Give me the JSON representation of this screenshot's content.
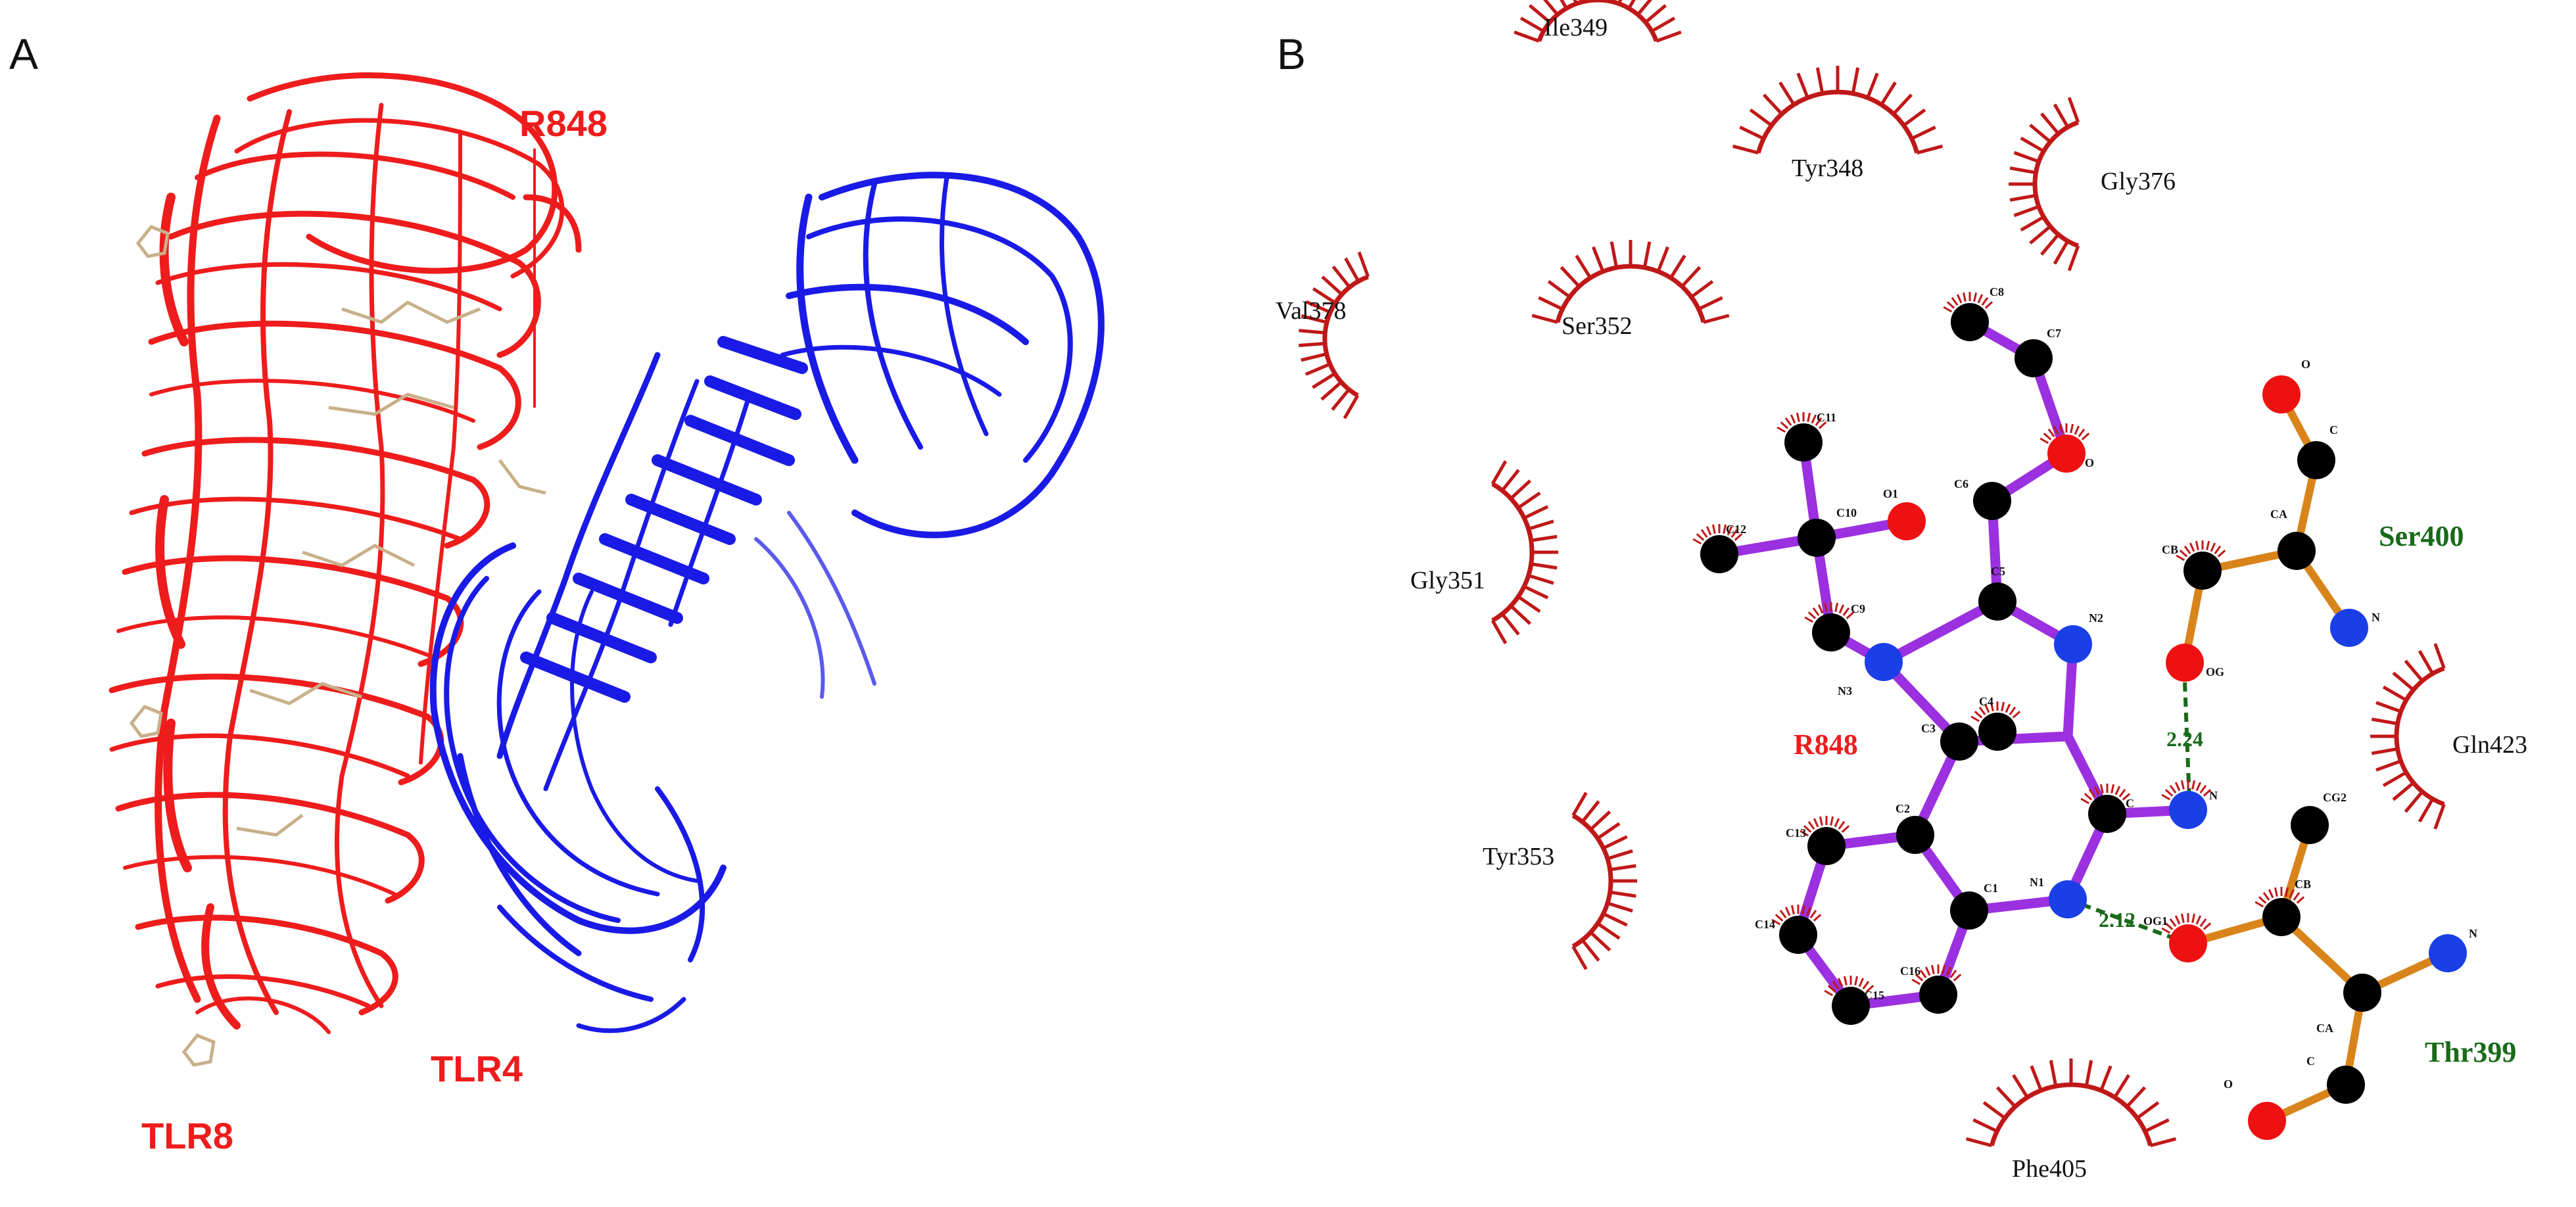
{
  "panels": {
    "a_letter": "A",
    "b_letter": "B"
  },
  "panel_a": {
    "tlr8_label": "TLR8",
    "tlr4_label": "TLR4",
    "ligand_label": "R848",
    "tlr8_color": "#ee1c1c",
    "tlr4_color": "#1a1ae6"
  },
  "panel_b": {
    "ligand_label": "R848",
    "hydrophobic_residues": [
      "Ile349",
      "Tyr348",
      "Gly376",
      "Val378",
      "Ser352",
      "Gly351",
      "Tyr353",
      "Gln423",
      "Phe405"
    ],
    "hbond_residues": [
      "Ser400",
      "Thr399"
    ],
    "distances": [
      "2.24",
      "2.12"
    ],
    "ligand_atoms": [
      "C8",
      "C7",
      "O",
      "C6",
      "C11",
      "C10",
      "O1",
      "C12",
      "C9",
      "C5",
      "N2",
      "N3",
      "C4",
      "C3",
      "C",
      "N",
      "C13",
      "C2",
      "N1",
      "C1",
      "C14",
      "C16",
      "C15"
    ],
    "ser400_atoms": [
      "O",
      "C",
      "CB",
      "CA",
      "OG",
      "N"
    ],
    "thr399_atoms": [
      "CG2",
      "OG1",
      "CB",
      "N",
      "CA",
      "O",
      "C"
    ],
    "colors": {
      "ligand_bond": "#9b30e0",
      "residue_bond": "#d9841a",
      "hbond": "#1a6a1a",
      "hydrophobic": "#c01818",
      "carbon": "#000000",
      "nitrogen": "#1a3fe6",
      "oxygen": "#ee1111"
    }
  }
}
